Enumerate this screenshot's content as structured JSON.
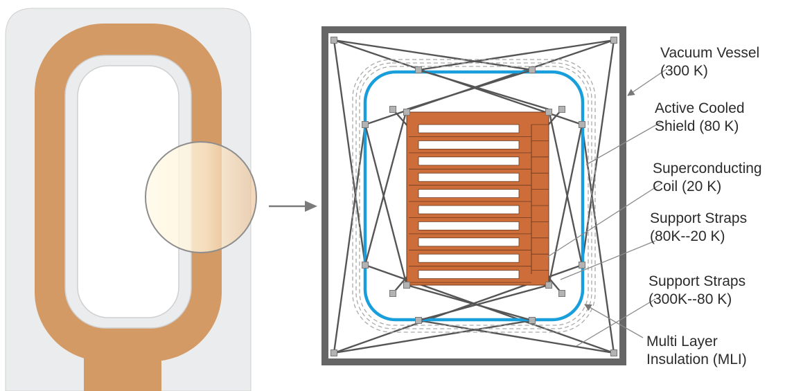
{
  "labels": {
    "vacuum_vessel": [
      "Vacuum Vessel",
      "(300 K)"
    ],
    "shield": [
      "Active Cooled",
      "Shield (80 K)"
    ],
    "coil": [
      "Superconducting",
      "Coil (20 K)"
    ],
    "straps_inner": [
      "Support Straps",
      "(80K--20 K)"
    ],
    "straps_outer": [
      "Support Straps",
      "(300K--80 K)"
    ],
    "mli": [
      "Multi Layer",
      "Insulation (MLI)"
    ]
  },
  "colors": {
    "copper": "#d49a66",
    "copper_dark": "#cd6d3a",
    "shield_blue": "#189fdb",
    "vessel_gray": "#666666",
    "housing_gray": "#ebeced",
    "magnifier": "#fff8dd",
    "strap": "#555555"
  },
  "coil_turns": 10
}
